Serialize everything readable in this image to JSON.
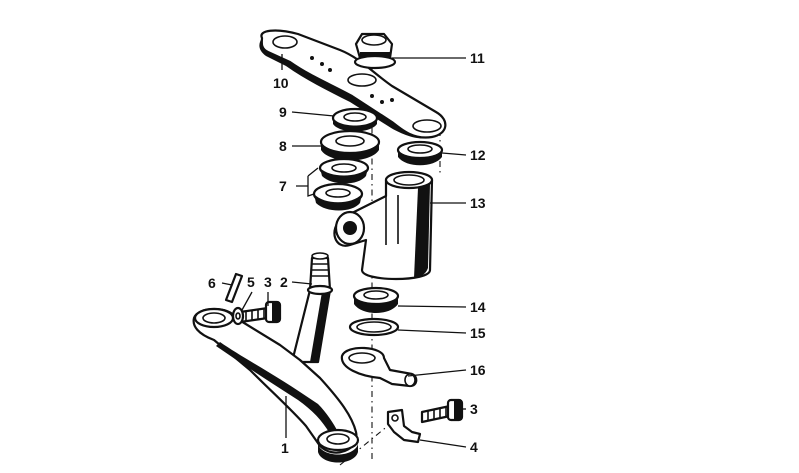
{
  "diagram": {
    "callouts": {
      "c1": "1",
      "c2": "2",
      "c3a": "3",
      "c3b": "3",
      "c4": "4",
      "c5": "5",
      "c6": "6",
      "c7": "7",
      "c8": "8",
      "c9": "9",
      "c10": "10",
      "c11": "11",
      "c12": "12",
      "c13": "13",
      "c14": "14",
      "c15": "15",
      "c16": "16"
    }
  }
}
